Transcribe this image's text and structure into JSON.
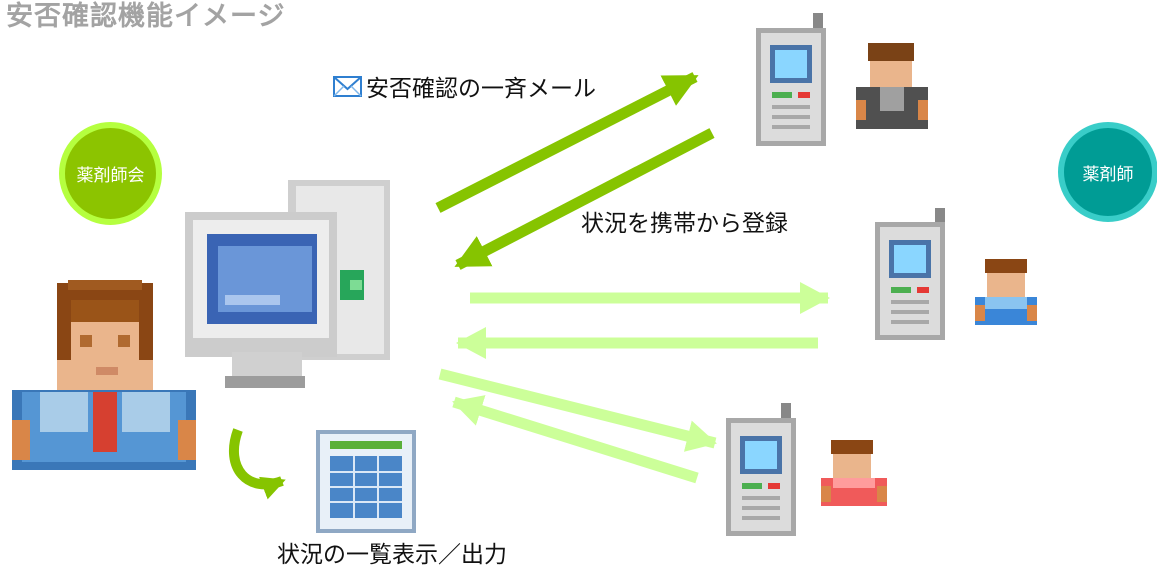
{
  "title": "安否確認機能イメージ",
  "nodes": {
    "organization": "薬剤師会",
    "pharmacist": "薬剤師"
  },
  "labels": {
    "mass_mail": "安否確認の一斉メール",
    "register_status": "状況を携帯から登録",
    "list_output": "状況の一覧表示／出力"
  },
  "icons": [
    "mail-icon",
    "administrator-person-icon",
    "computer-icon",
    "spreadsheet-icon",
    "mobile-phone-icon",
    "person-icon"
  ],
  "colors": {
    "title": "#a3a3a3",
    "organization_circle": "#8cc400",
    "pharmacist_circle": "#009c95",
    "arrow_strong": "#86c400",
    "arrow_light": "#ccff99"
  }
}
